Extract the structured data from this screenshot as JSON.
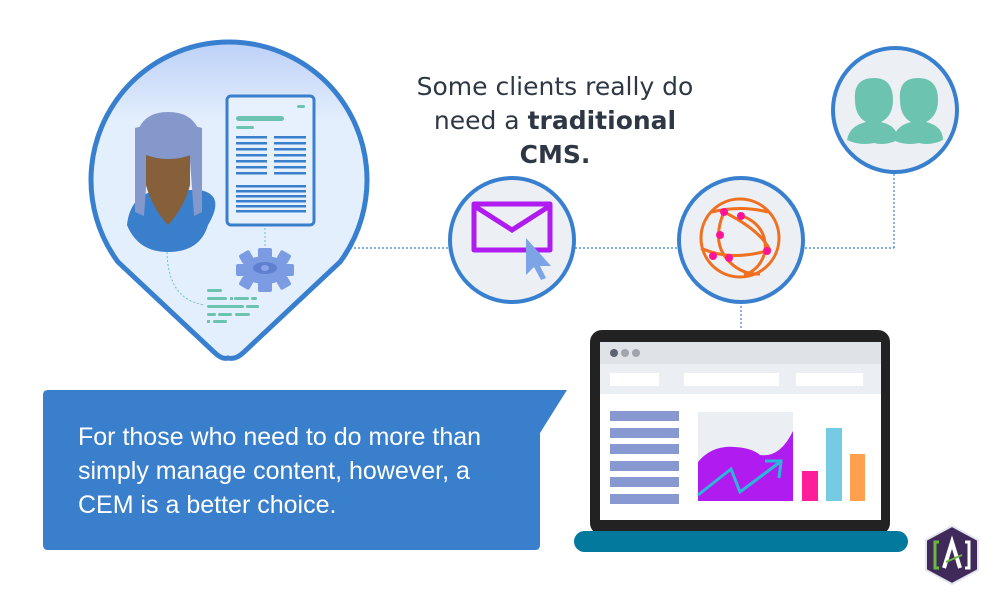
{
  "headline": {
    "line1": "Some clients really do",
    "line2_prefix": "need a ",
    "line2_bold": "traditional CMS."
  },
  "callout": {
    "text": "For those who need to do more than simply manage content, however, a CEM is a better choice."
  },
  "logo": {
    "text": "[A]"
  },
  "colors": {
    "ring": "#3880cf",
    "callout_bg": "#3a7fcc",
    "laptop_base": "#02799d",
    "email": "#b01cf0",
    "globe": "#f07020",
    "people": "#6cc4b0",
    "logo_bg": "#3f2a5a"
  },
  "icons": [
    "person-avatar",
    "document-icon",
    "gear-eye-icon",
    "code-snippet-icon",
    "email-cursor-icon",
    "globe-network-icon",
    "people-icon",
    "laptop-dashboard",
    "logo-badge"
  ]
}
